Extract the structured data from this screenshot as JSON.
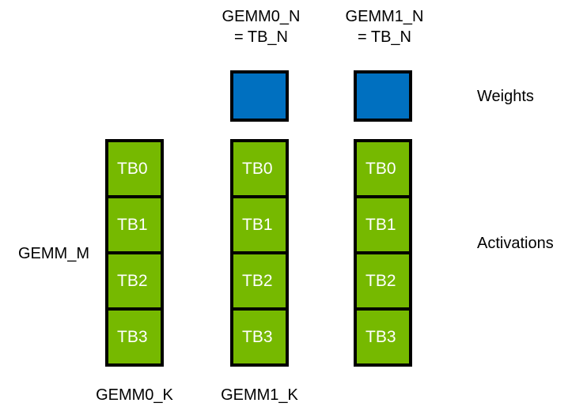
{
  "diagram": {
    "title": "GEMM tile-block partitioning diagram",
    "background_color": "#ffffff",
    "colors": {
      "weights_fill": "#0070C0",
      "activations_fill": "#76B900",
      "border": "#000000",
      "box_text": "#ffffff",
      "label_text": "#000000"
    },
    "column_headers": [
      {
        "id": "gemm0-n",
        "text": "GEMM0_N\n= TB_N"
      },
      {
        "id": "gemm1-n",
        "text": "GEMM1_N\n= TB_N"
      }
    ],
    "weights_row": {
      "label": "Weights",
      "boxes": [
        {
          "id": "weights-gemm0",
          "fill": "#0070C0"
        },
        {
          "id": "weights-gemm1",
          "fill": "#0070C0"
        }
      ]
    },
    "activations_row": {
      "label": "Activations",
      "left_label": "GEMM_M",
      "columns": [
        {
          "id": "activations-col-0",
          "bottom_label": "GEMM0_K",
          "tiles": [
            "TB0",
            "TB1",
            "TB2",
            "TB3"
          ]
        },
        {
          "id": "activations-col-1",
          "bottom_label": "GEMM1_K",
          "tiles": [
            "TB0",
            "TB1",
            "TB2",
            "TB3"
          ]
        },
        {
          "id": "activations-col-2",
          "bottom_label": "",
          "tiles": [
            "TB0",
            "TB1",
            "TB2",
            "TB3"
          ]
        }
      ]
    }
  }
}
